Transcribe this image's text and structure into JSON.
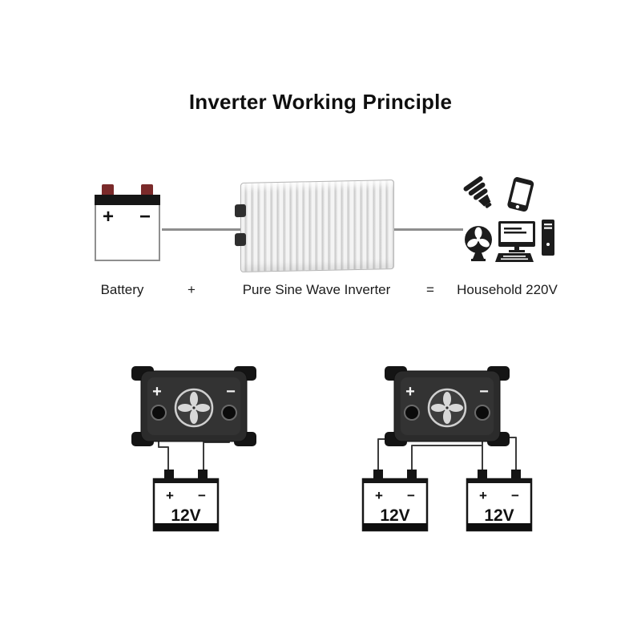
{
  "title": "Inverter Working Principle",
  "equation": {
    "battery": "Battery",
    "plus": "+",
    "inverter": "Pure Sine Wave Inverter",
    "equals": "=",
    "household": "Household 220V"
  },
  "sym": {
    "plus": "+",
    "minus": "−"
  },
  "bottom": {
    "voltage": "12V"
  },
  "colors": {
    "inverter_body": "#2b2b2b",
    "wire": "#3c3c3c",
    "battery_terminal": "#7a2a2a",
    "icon": "#1c1c1c"
  },
  "icons": [
    "cfl-bulb-icon",
    "smartphone-icon",
    "fan-icon",
    "monitor-icon",
    "keyboard-icon",
    "pc-tower-icon",
    "fan-grill-icon"
  ]
}
